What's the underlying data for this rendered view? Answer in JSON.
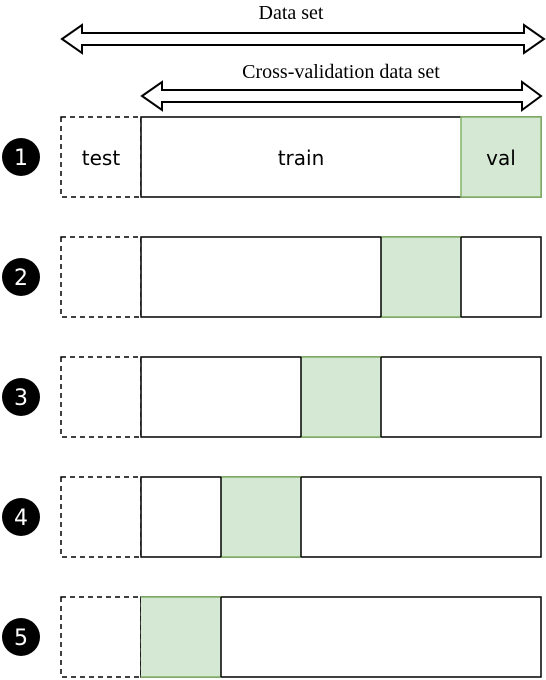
{
  "header": {
    "dataset_label": "Data set",
    "cv_label": "Cross-validation data set"
  },
  "folds": [
    {
      "number": "1",
      "val_segment": 5,
      "labels": {
        "test": "test",
        "train": "train",
        "val": "val"
      }
    },
    {
      "number": "2",
      "val_segment": 4
    },
    {
      "number": "3",
      "val_segment": 3
    },
    {
      "number": "4",
      "val_segment": 2
    },
    {
      "number": "5",
      "val_segment": 1
    }
  ],
  "segments_per_fold": 5,
  "colors": {
    "stroke": "#000000",
    "val_fill": "#d5e8d4",
    "val_stroke": "#82b366",
    "badge_fill": "#000000",
    "badge_text": "#ffffff"
  }
}
